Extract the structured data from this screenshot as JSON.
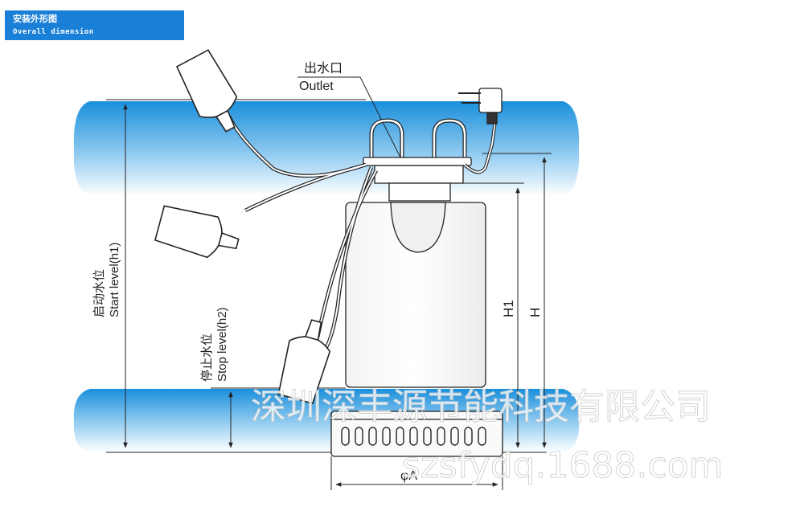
{
  "header": {
    "title_cn": "安装外形图",
    "title_en": "Overall dimension"
  },
  "labels": {
    "outlet_cn": "出水口",
    "outlet_en": "Outlet",
    "start_cn": "启动水位",
    "start_en": "Start level(h1)",
    "stop_cn": "停止水位",
    "stop_en": "Stop level(h2)",
    "h1": "H1",
    "h": "H",
    "dia": "φA"
  },
  "watermark": {
    "company": "深圳深丰源节能科技有限公司",
    "url": "szsfydq.1688.com"
  },
  "colors": {
    "banner": "#1a7fd6",
    "water": "#2f9de0",
    "line": "#222222"
  }
}
